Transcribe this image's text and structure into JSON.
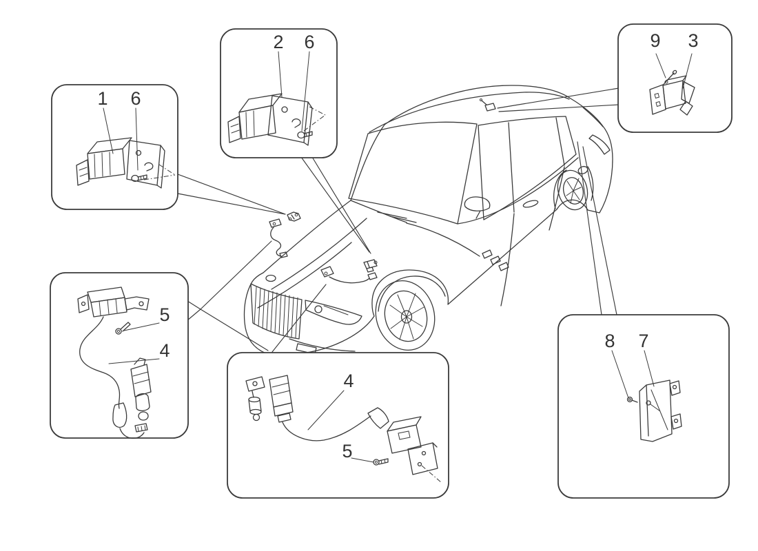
{
  "figure": {
    "background_color": "#ffffff",
    "line_color": "#3a3a3a",
    "text_color": "#333333"
  },
  "callouts": {
    "box1": {
      "part_numbers": {
        "a": "1",
        "b": "6"
      }
    },
    "box2": {
      "part_numbers": {
        "a": "2",
        "b": "6"
      }
    },
    "box3": {
      "part_numbers": {
        "a": "9",
        "b": "3"
      }
    },
    "box4": {
      "part_numbers": {
        "a": "5",
        "b": "4"
      }
    },
    "box5": {
      "part_numbers": {
        "a": "4",
        "b": "5"
      }
    },
    "box6": {
      "part_numbers": {
        "a": "8",
        "b": "7"
      }
    }
  }
}
